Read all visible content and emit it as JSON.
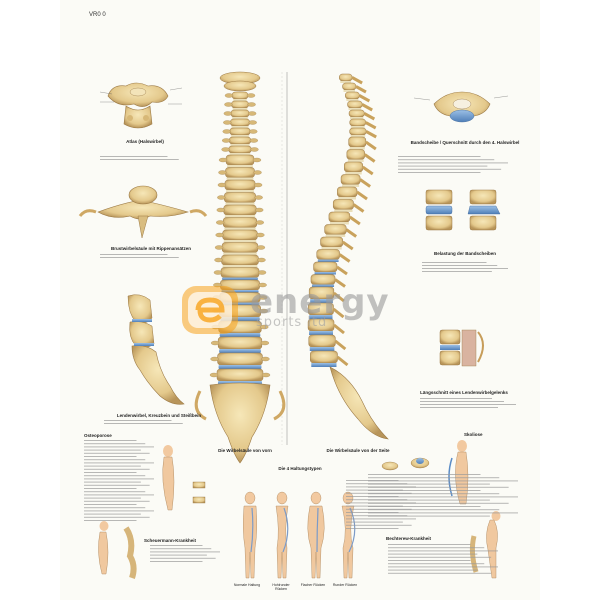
{
  "poster": {
    "code": "VR0 0",
    "background": "#fbfbf6",
    "bone_color": "#e4c98c",
    "disc_color": "#7aa5d6"
  },
  "watermark": {
    "brand": "energy",
    "sub": "sports ltd",
    "accent": "#f7a21b"
  },
  "captions": {
    "atlas": "Atlas (Halswirbel)",
    "thoracic": "Brustwirbelsäule mit Rippenansätzen",
    "sacrum": "Lendenwirbel, Kreuzbein und Steißbein",
    "front_view": "Die Wirbelsäule von vorn",
    "side_view": "Die Wirbelsäule von der Seite",
    "disc_top": "Bandscheibe / Querschnitt durch den 4. Halswirbel",
    "disc_mid": "Belastung der Bandscheiben",
    "disc_low": "Längsschnitt eines Lendenwirbelgelenks",
    "posture_title": "Die 4 Haltungstypen",
    "osteoporosis": "Osteoporose",
    "scoliosis": "Skoliose",
    "kyphosis_title": "Scheuermann-Krankheit",
    "bechterew": "Bechterew-Krankheit",
    "posture_labels": [
      "Normale Haltung",
      "Hohlrunder Rücken",
      "Flacher Rücken",
      "Runder Rücken"
    ]
  }
}
